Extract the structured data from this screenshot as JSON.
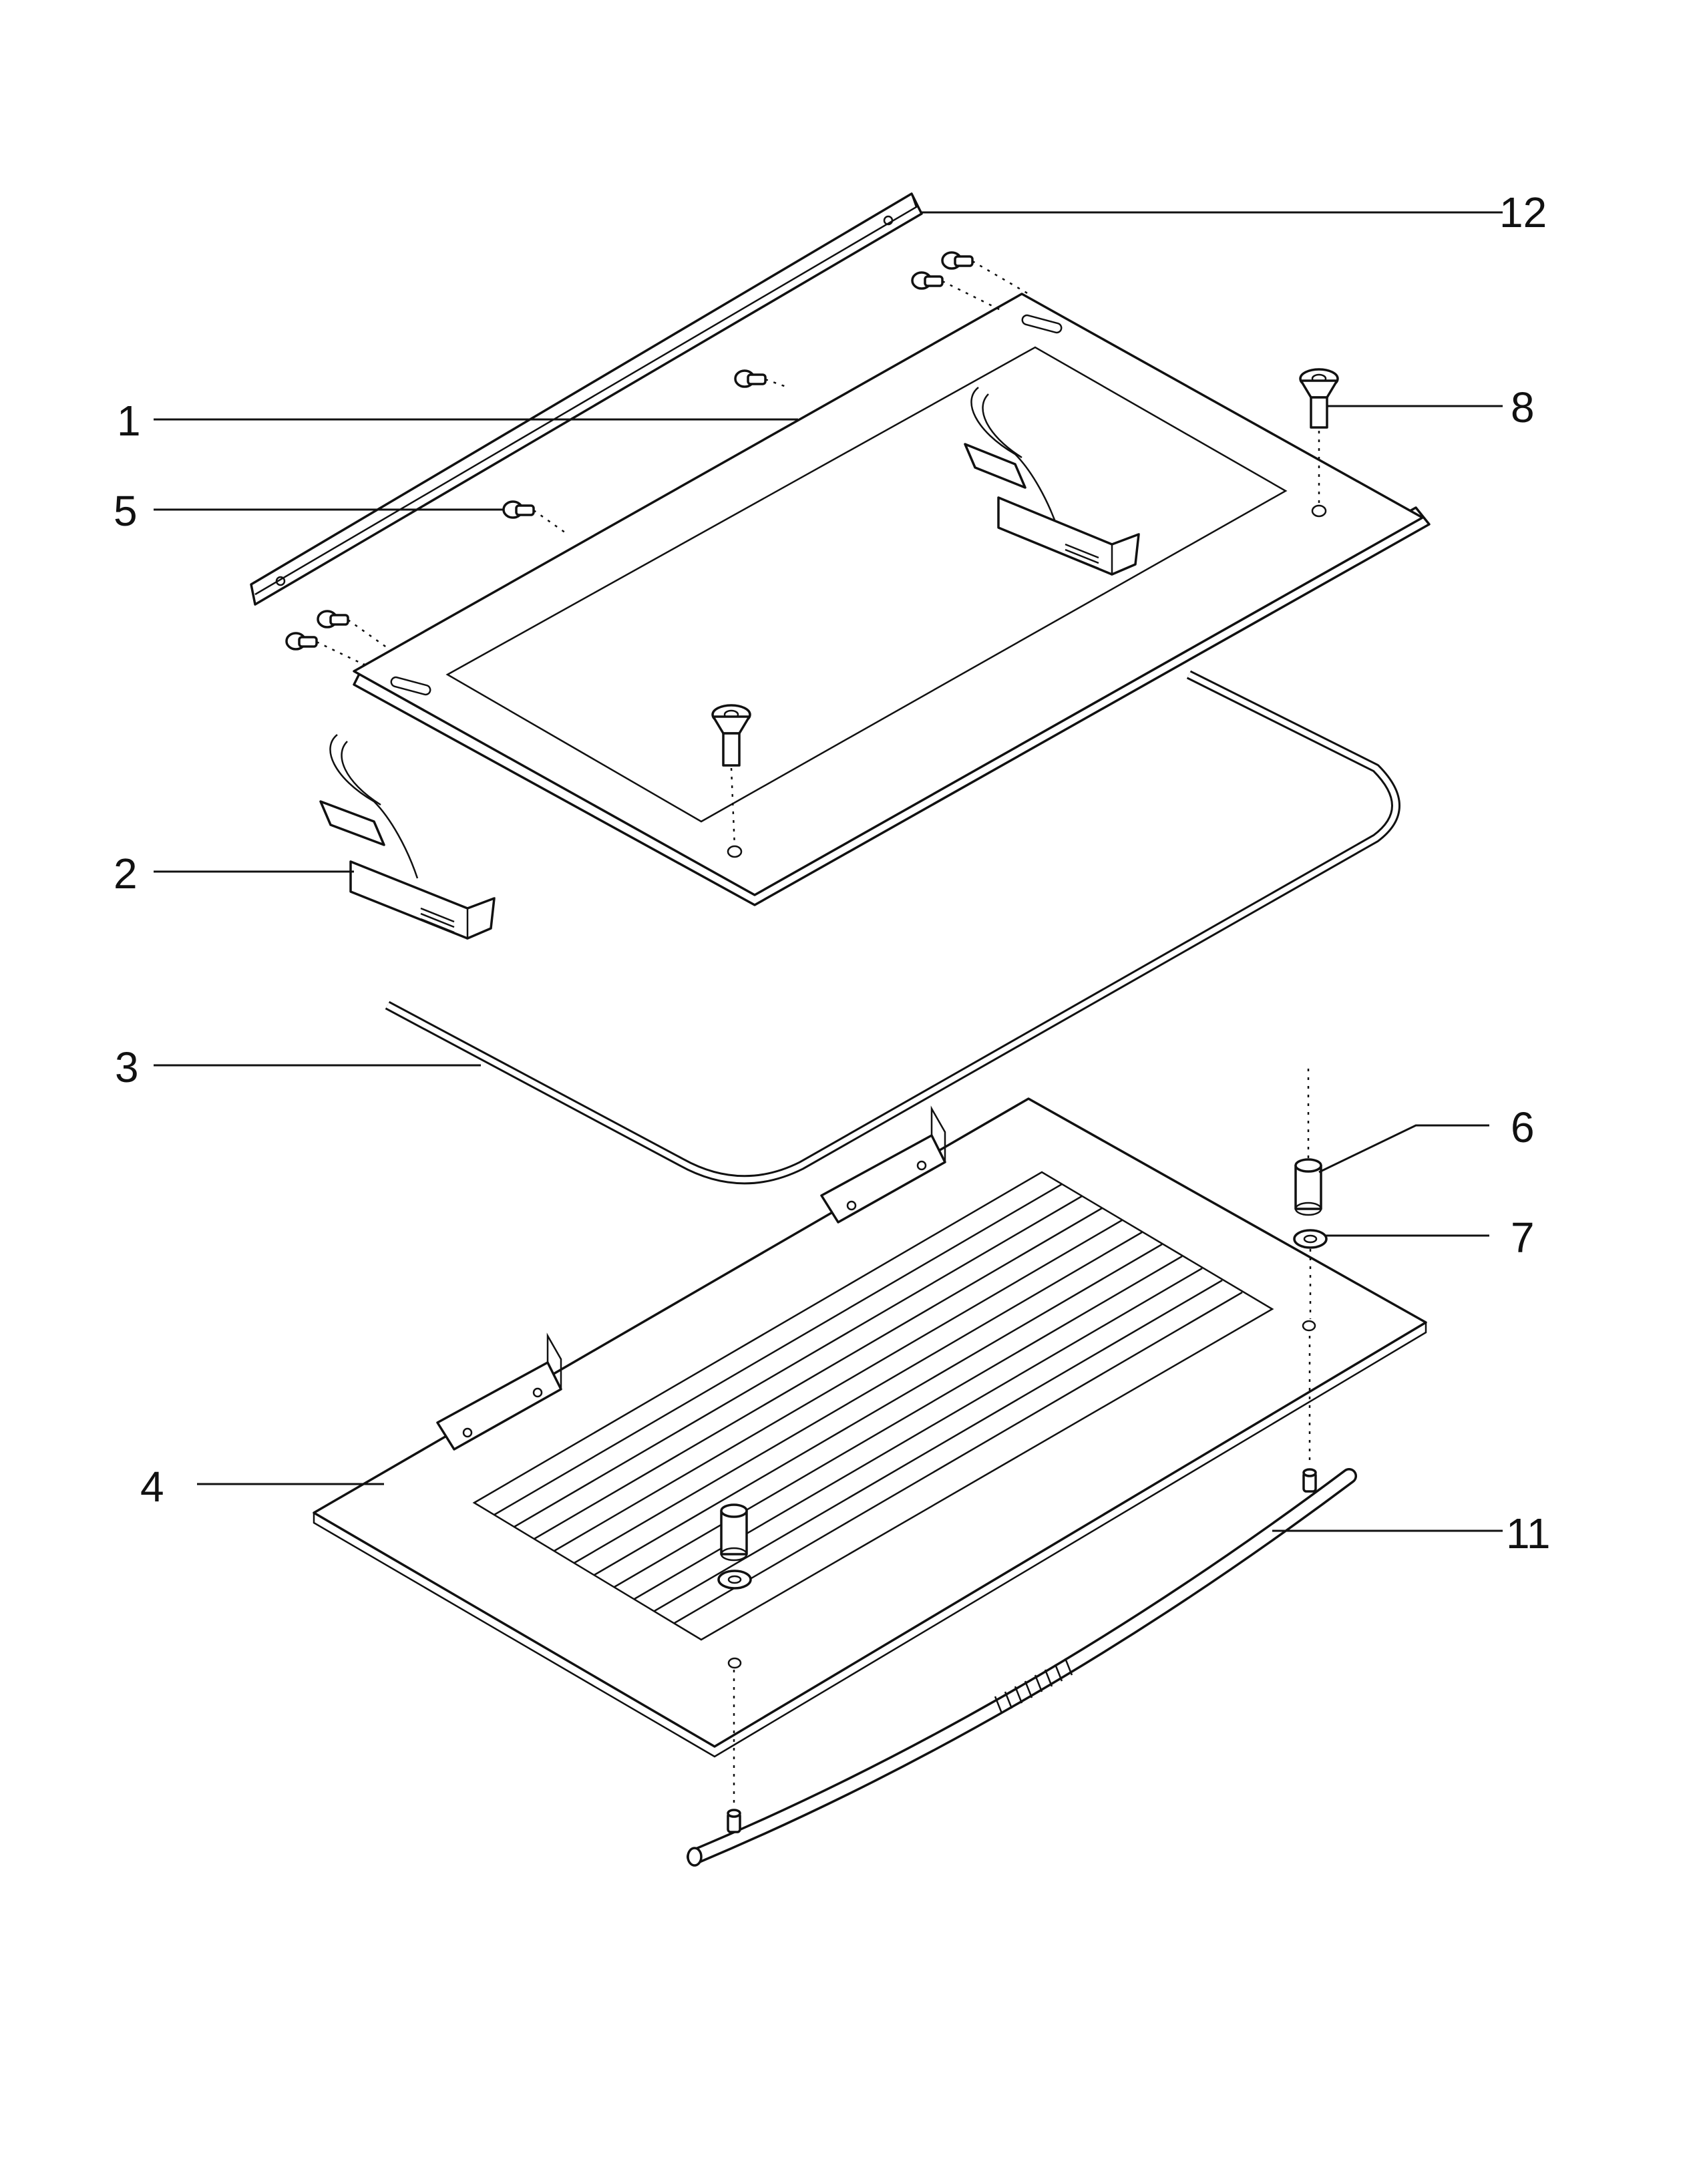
{
  "diagram": {
    "callouts": [
      {
        "id": "12",
        "label": "12"
      },
      {
        "id": "1",
        "label": "1"
      },
      {
        "id": "8",
        "label": "8"
      },
      {
        "id": "5",
        "label": "5"
      },
      {
        "id": "2",
        "label": "2"
      },
      {
        "id": "3",
        "label": "3"
      },
      {
        "id": "6",
        "label": "6"
      },
      {
        "id": "7",
        "label": "7"
      },
      {
        "id": "4",
        "label": "4"
      },
      {
        "id": "11",
        "label": "11"
      }
    ],
    "colors": {
      "line": "#111111",
      "background": "#ffffff"
    }
  }
}
